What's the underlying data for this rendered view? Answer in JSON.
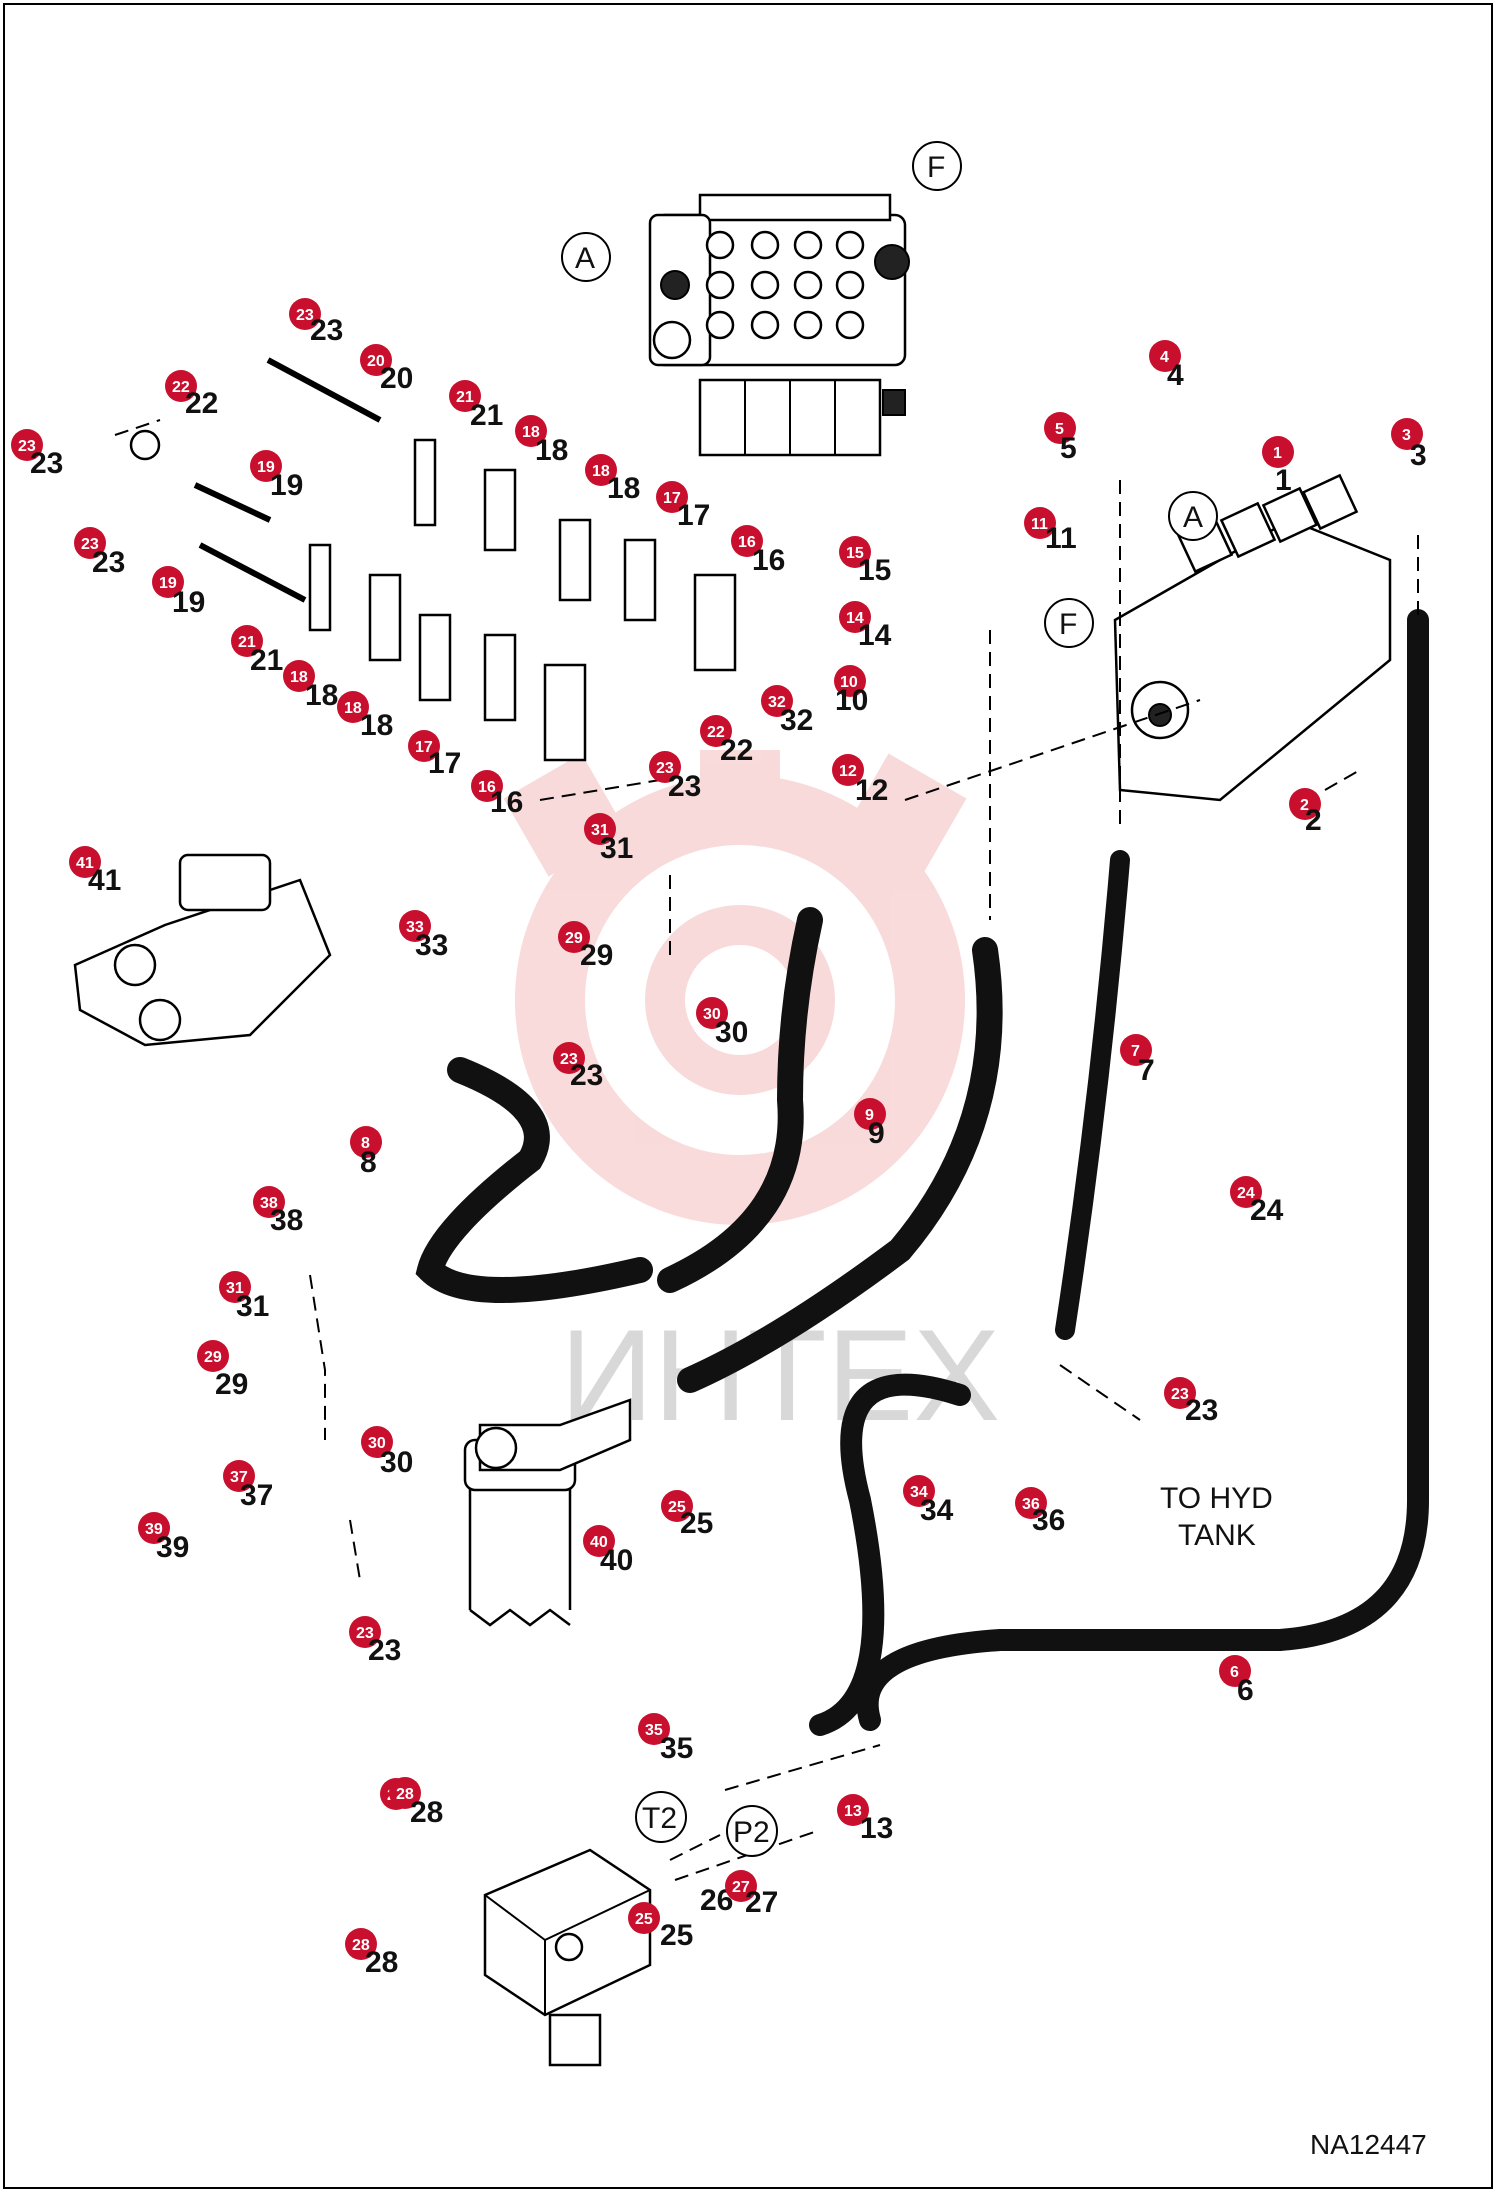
{
  "drawing": {
    "code": "NA12447",
    "watermark": "ИНТЕХ",
    "accent_color": "#c8102e",
    "to_hyd_tank_line1": "TO HYD",
    "to_hyd_tank_line2": "TANK"
  },
  "ports": {
    "A_top": "A",
    "F_top": "F",
    "A_right": "A",
    "F_right": "F",
    "T2": "T2",
    "P2": "P2"
  },
  "callouts": [
    "1",
    "2",
    "3",
    "4",
    "5",
    "6",
    "7",
    "8",
    "9",
    "10",
    "11",
    "12",
    "13",
    "14",
    "15",
    "16",
    "16",
    "17",
    "17",
    "18",
    "18",
    "18",
    "18",
    "19",
    "19",
    "20",
    "21",
    "21",
    "22",
    "22",
    "23",
    "23",
    "23",
    "23",
    "23",
    "23",
    "23",
    "24",
    "25",
    "25",
    "26",
    "27",
    "28",
    "28",
    "29",
    "29",
    "30",
    "30",
    "31",
    "31",
    "32",
    "33",
    "34",
    "35",
    "36",
    "37",
    "38",
    "39",
    "40",
    "41"
  ]
}
